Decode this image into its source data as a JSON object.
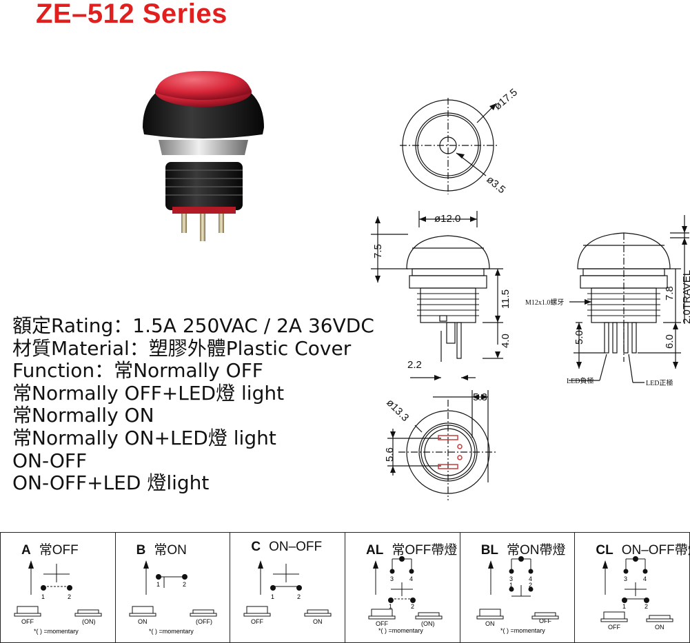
{
  "title": "ZE–512 Series",
  "specs": [
    "額定Rating：1.5A 250VAC / 2A 36VDC",
    "材質Material：塑膠外體Plastic Cover",
    "Function：常Normally OFF",
    "常Normally OFF+LED燈 light",
    "常Normally ON",
    "常Normally ON+LED燈 light",
    "ON-OFF",
    "ON-OFF+LED 燈light"
  ],
  "dims": {
    "d175": "ø17.5",
    "d35": "ø3.5",
    "d120": "ø12.0",
    "h75": "7.5",
    "h115": "11.5",
    "h40": "4.0",
    "w22": "2.2",
    "thread": "M12x1.0螺牙",
    "h50": "5.0",
    "h60": "6.0",
    "h78": "7.8",
    "travel": "2.0TRAVEL",
    "led_neg": "LED負極",
    "led_pos": "LED正極",
    "d133": "ø13.3",
    "w53": "5.3",
    "h56": "5.6"
  },
  "colors": {
    "title": "#e0201e",
    "cap": "#d9283a",
    "led": "#c83a3a"
  },
  "legend": [
    {
      "code": "A",
      "name": "常OFF",
      "pins": [
        "1",
        "2"
      ],
      "states": [
        "OFF",
        "(ON)"
      ],
      "note": "*( ) =momentary"
    },
    {
      "code": "B",
      "name": "常ON",
      "pins": [
        "1",
        "2"
      ],
      "states": [
        "ON",
        "(OFF)"
      ],
      "note": "*( ) =momentary"
    },
    {
      "code": "C",
      "name": "ON–OFF",
      "pins": [
        "1",
        "2"
      ],
      "states": [
        "OFF",
        "ON"
      ]
    },
    {
      "code": "AL",
      "name": "常OFF帶燈",
      "pins": [
        "3",
        "4",
        "1",
        "2"
      ],
      "states": [
        "OFF",
        "(ON)"
      ],
      "note": "*( ) =momentary"
    },
    {
      "code": "BL",
      "name": "常ON帶燈",
      "pins": [
        "3",
        "4",
        "1",
        "2"
      ],
      "states": [
        "ON",
        "OFF"
      ],
      "note": "*( ) =momentary"
    },
    {
      "code": "CL",
      "name": "ON–OFF帶燈",
      "pins": [
        "3",
        "4",
        "1",
        "2"
      ],
      "states": [
        "OFF",
        "ON"
      ]
    }
  ]
}
